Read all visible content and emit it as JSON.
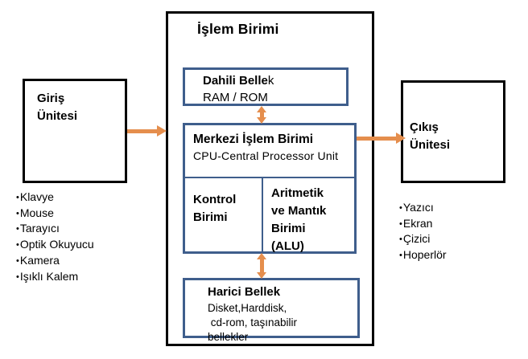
{
  "diagram": {
    "bullet": "•",
    "outer": {
      "title": "İşlem Birimi"
    },
    "giris": {
      "title": "Giriş\nÜnitesi",
      "items": [
        "Klavye",
        "Mouse",
        "Tarayıcı",
        "Optik Okuyucu",
        "Kamera",
        "Işıklı Kalem"
      ]
    },
    "cikis": {
      "title": "Çıkış\nÜnitesi",
      "items": [
        "Yazıcı",
        "Ekran",
        "Çizici",
        "Hoperlör"
      ]
    },
    "dahili": {
      "title_bold": "Dahili Belle",
      "title_tail": "k",
      "subtitle": "RAM / ROM"
    },
    "cpu": {
      "title": "Merkezi İşlem Birimi",
      "subtitle": "CPU-Central Processor Unit",
      "kontrol": "Kontrol\nBirimi",
      "alu": "Aritmetik\nve Mantık\nBirimi\n(ALU)"
    },
    "harici": {
      "title": "Harici Bellek",
      "body": "Disket,Harddisk,\n cd-rom, taşınabilir\nbellekler"
    },
    "colors": {
      "blue_border": "#3F5E8C",
      "black_border": "#000000",
      "arrow_orange": "#E58E4D"
    }
  }
}
